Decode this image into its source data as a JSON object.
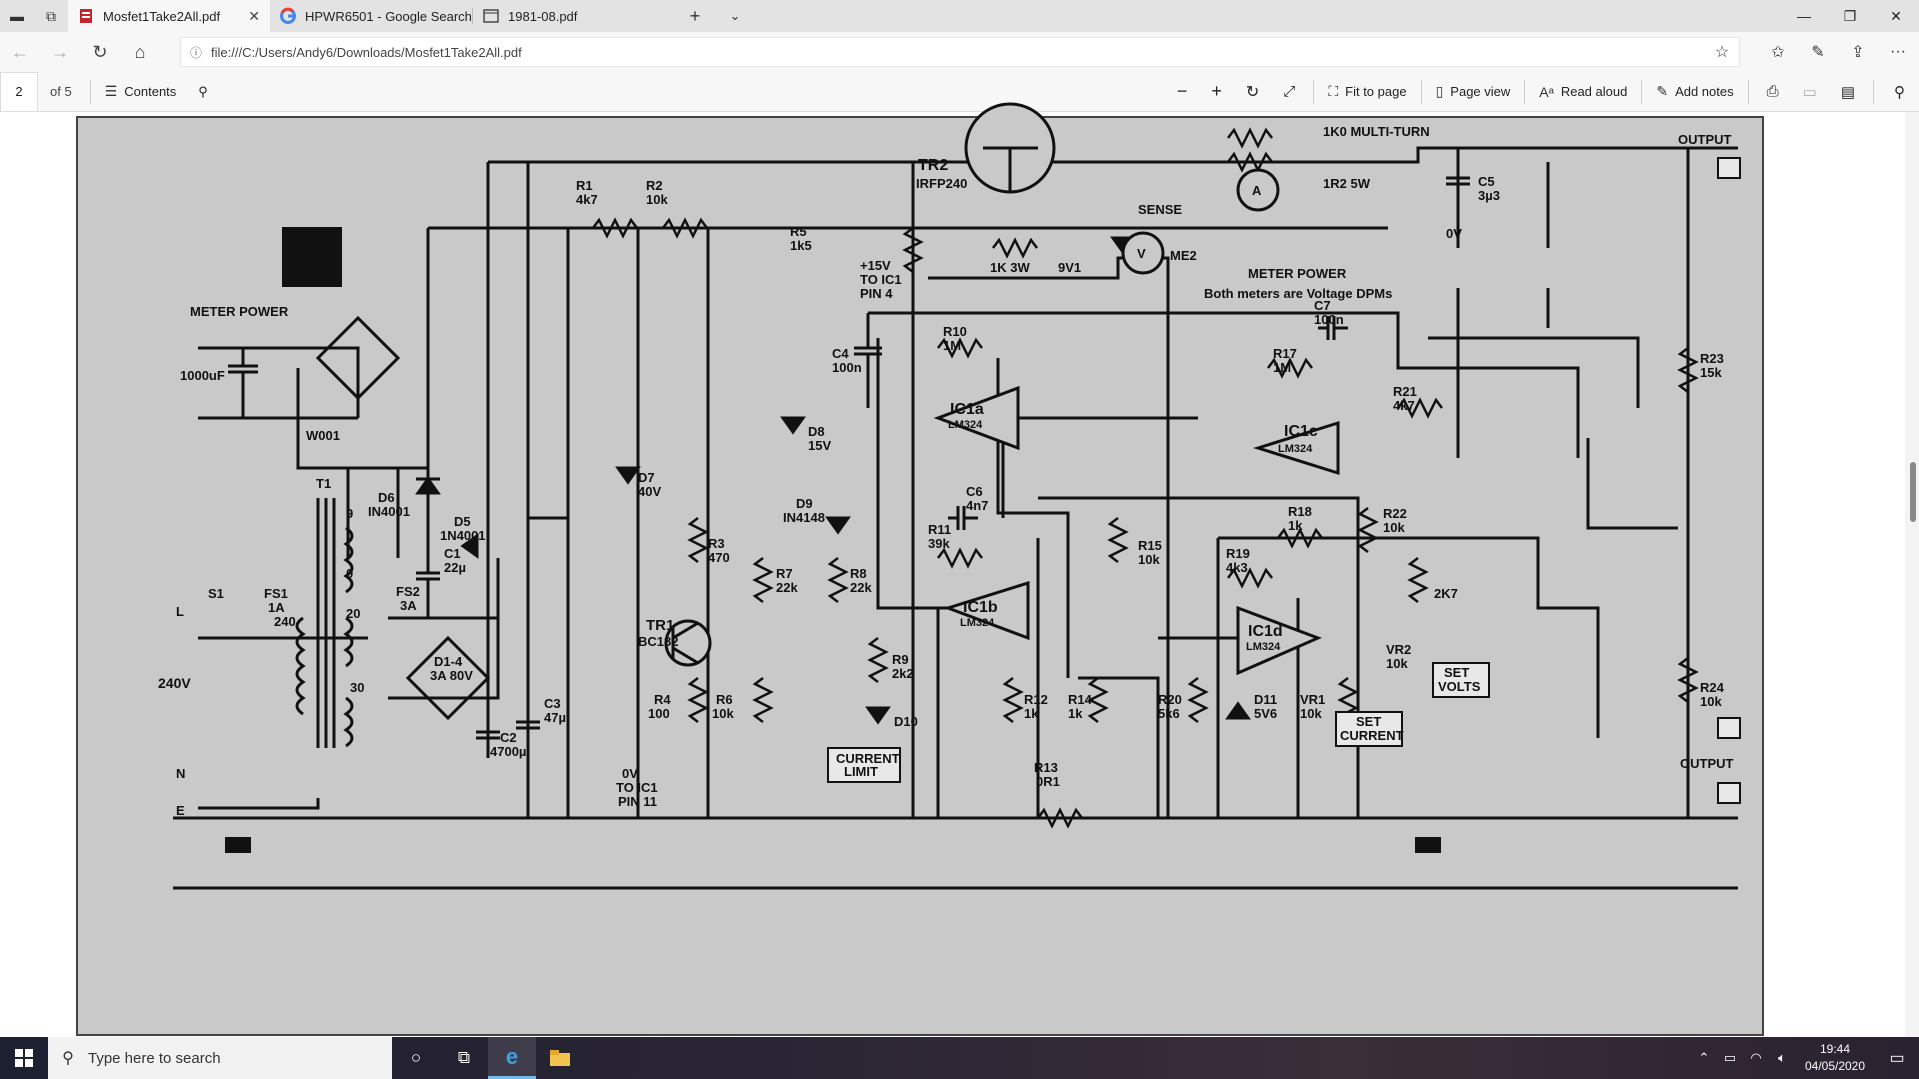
{
  "browser": {
    "tabs": [
      {
        "title": "Mosfet1Take2All.pdf",
        "icon": "pdf-icon",
        "active": true
      },
      {
        "title": "HPWR6501 - Google Search",
        "icon": "google-icon",
        "active": false
      },
      {
        "title": "1981-08.pdf",
        "icon": "page-icon",
        "active": false
      }
    ],
    "url": "file:///C:/Users/Andy6/Downloads/Mosfet1Take2All.pdf"
  },
  "pdf_toolbar": {
    "page_number": "2",
    "page_count": "of 5",
    "contents": "Contents",
    "fit_to_page": "Fit to page",
    "page_view": "Page view",
    "read_aloud": "Read aloud",
    "add_notes": "Add notes"
  },
  "schematic": {
    "labels": {
      "multiturn": "1K0 MULTI-TURN",
      "r2_5w": "1R2 5W",
      "output_top": "OUTPUT",
      "output_bottom": "OUTPUT",
      "c5": "C5",
      "c5v": "3µ3",
      "zero_v": "0V",
      "sense": "SENSE",
      "tr2": "TR2",
      "tr2_part": "IRFP240",
      "meter_power_right": "METER POWER",
      "both_meters": "Both meters are Voltage DPMs",
      "meter_power_left": "METER POWER",
      "cap_1000uf": "1000uF",
      "w001": "W001",
      "me2": "ME2",
      "nine_v1": "9V1",
      "r_1k3w": "1K 3W",
      "r1": "R1",
      "r1v": "4k7",
      "r2": "R2",
      "r2v": "10k",
      "r5": "R5",
      "r5v": "1k5",
      "plus15": "+15V",
      "to_ic1": "TO IC1",
      "pin4": "PIN 4",
      "c7": "C7",
      "c7v": "100n",
      "r17": "R17",
      "r17v": "1M",
      "r21": "R21",
      "r21v": "4k7",
      "r23": "R23",
      "r23v": "15k",
      "ic1c": "IC1c",
      "lm324": "LM324",
      "ic1a": "IC1a",
      "ic1b": "IC1b",
      "ic1d": "IC1d",
      "r10": "R10",
      "r10v": "1M",
      "c4": "C4",
      "c4v": "100n",
      "d8": "D8",
      "d8v": "15V",
      "d7": "D7",
      "d7v": "40V",
      "d6": "D6",
      "d6v": "IN4001",
      "d5": "D5",
      "d5v": "1N4001",
      "d9": "D9",
      "d9v": "IN4148",
      "c6": "C6",
      "c6v": "4n7",
      "r11": "R11",
      "r11v": "39k",
      "r15": "R15",
      "r15v": "10k",
      "r18": "R18",
      "r18v": "1k",
      "r19": "R19",
      "r19v": "4k3",
      "r22": "R22",
      "r22v": "10k",
      "r3": "R3",
      "r3v": "470",
      "r7": "R7",
      "r7v": "22k",
      "r8": "R8",
      "r8v": "22k",
      "tr1": "TR1",
      "tr1v": "BC182",
      "t1": "T1",
      "s1": "S1",
      "fs1": "FS1",
      "fs1v": "1A",
      "fs2": "FS2",
      "fs2v": "3A",
      "c1": "C1",
      "c1v": "22µ",
      "v240": "240V",
      "l": "L",
      "n": "N",
      "e": "E",
      "d14": "D1-4",
      "d14v": "3A 80V",
      "c2": "C2",
      "c2v": "4700µ",
      "c3": "C3",
      "c3v": "47µ",
      "r4": "R4",
      "r4v": "100",
      "r6": "R6",
      "r6v": "10k",
      "r9": "R9",
      "r9v": "2k2",
      "d10": "D10",
      "current_limit_1": "CURRENT",
      "current_limit_2": "LIMIT",
      "ov_ic1_1": "0V",
      "ov_ic1_2": "TO IC1",
      "ov_ic1_3": "PIN 11",
      "r12": "R12",
      "r12v": "1k",
      "r14": "R14",
      "r14v": "1k",
      "r13": "R13",
      "r13v": "0R1",
      "r20": "R20",
      "r20v": "5k6",
      "d11": "D11",
      "d11v": "5V6",
      "vr1": "VR1",
      "vr1v": "10k",
      "vr2": "VR2",
      "vr2v": "10k",
      "k27": "2K7",
      "r24": "R24",
      "r24v": "10k",
      "set_volts_1": "SET",
      "set_volts_2": "VOLTS",
      "set_current_1": "SET",
      "set_current_2": "CURRENT",
      "a": "A",
      "v": "V",
      "pin_9": "9",
      "pin_0": "0",
      "pin_20": "20",
      "pin_30": "30",
      "pin_240": "240"
    }
  },
  "taskbar": {
    "search_placeholder": "Type here to search",
    "time": "19:44",
    "date": "04/05/2020"
  }
}
